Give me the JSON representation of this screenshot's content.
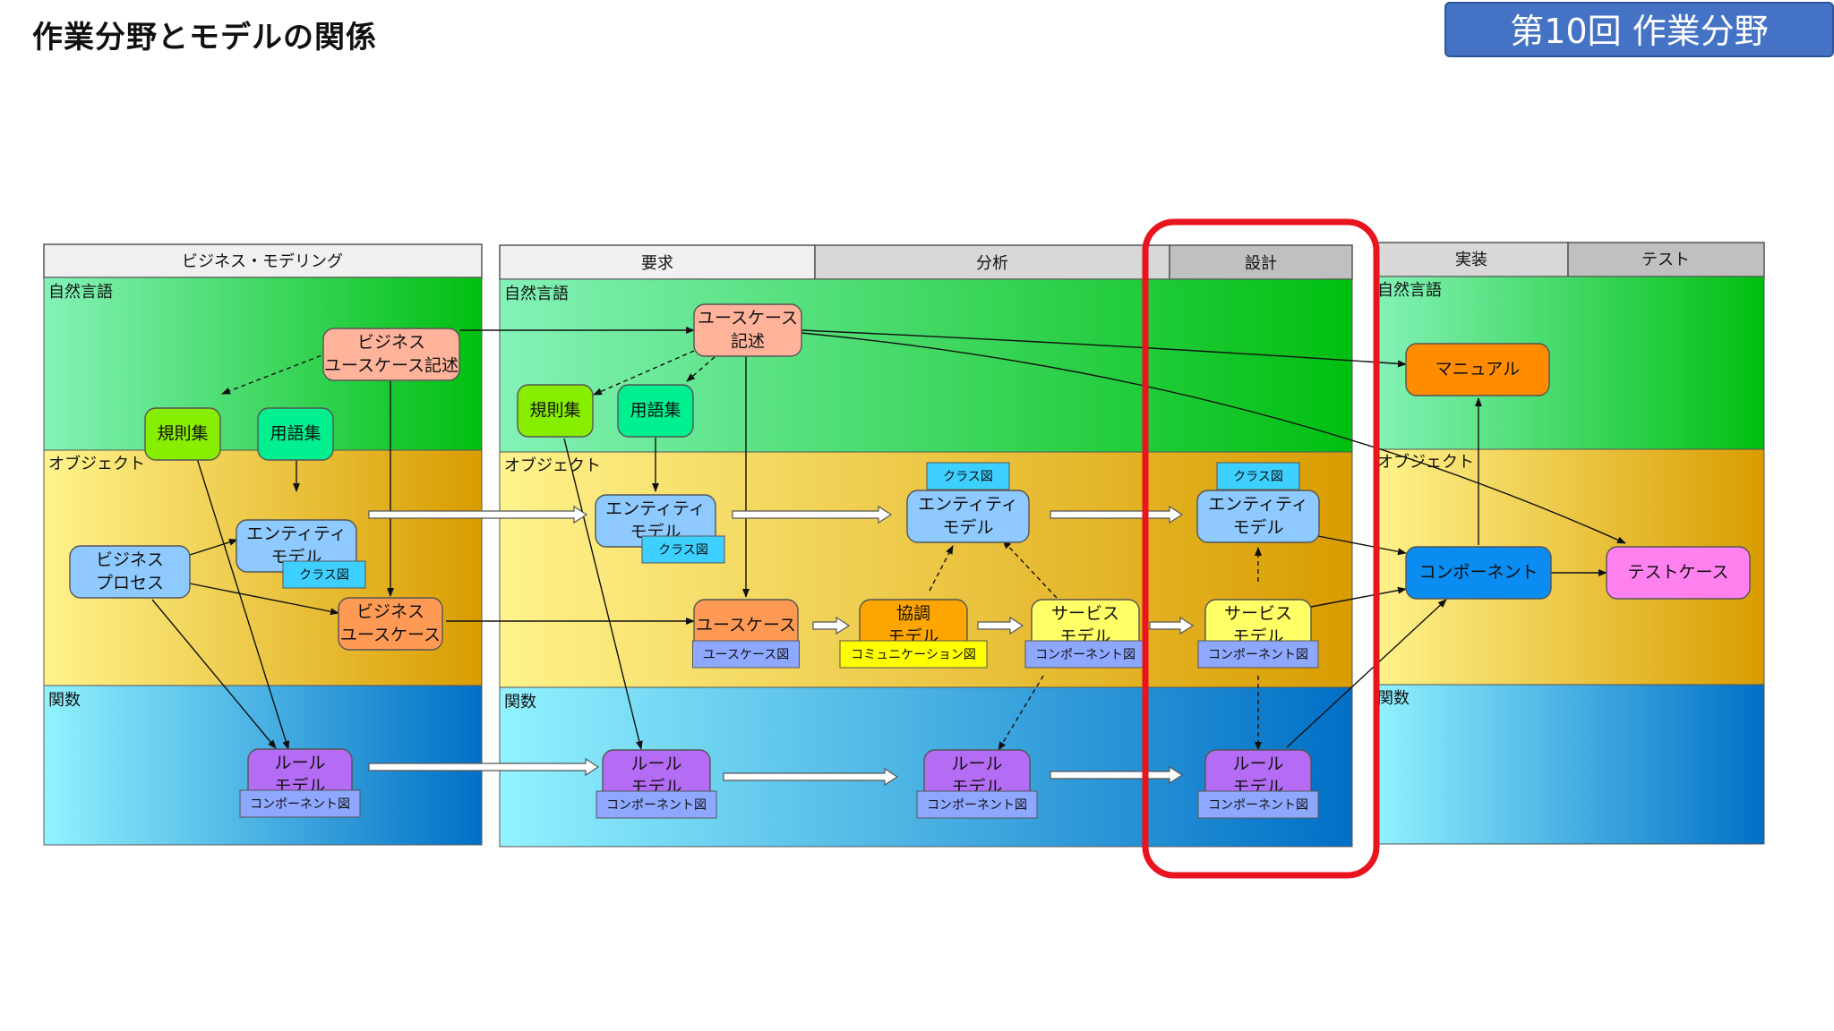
{
  "slide": {
    "title": "作業分野とモデルの関係",
    "badge": "第10回 作業分野"
  },
  "panels": [
    {
      "id": "business",
      "headers": [
        "ビジネス・モデリング"
      ],
      "lanes": [
        "自然言語",
        "オブジェクト",
        "関数"
      ]
    },
    {
      "id": "dev",
      "headers": [
        "要求",
        "分析",
        "設計"
      ],
      "lanes": [
        "自然言語",
        "オブジェクト",
        "関数"
      ]
    },
    {
      "id": "impl",
      "headers": [
        "実装",
        "テスト"
      ],
      "lanes": [
        "自然言語",
        "オブジェクト",
        "関数"
      ]
    }
  ],
  "nodes": {
    "biz_usecase_desc": [
      "ビジネス",
      "ユースケース記述"
    ],
    "biz_rules": [
      "規則集"
    ],
    "biz_glossary": [
      "用語集"
    ],
    "biz_entity": [
      "エンティティ",
      "モデル"
    ],
    "biz_process": [
      "ビジネス",
      "プロセス"
    ],
    "biz_usecase": [
      "ビジネス",
      "ユースケース"
    ],
    "biz_rule_model": [
      "ルール",
      "モデル"
    ],
    "req_usecase_desc": [
      "ユースケース",
      "記述"
    ],
    "req_rules": [
      "規則集"
    ],
    "req_glossary": [
      "用語集"
    ],
    "req_entity": [
      "エンティティ",
      "モデル"
    ],
    "req_usecase": [
      "ユースケース"
    ],
    "req_rule_model": [
      "ルール",
      "モデル"
    ],
    "ana_entity": [
      "エンティティ",
      "モデル"
    ],
    "ana_collab": [
      "協調",
      "モデル"
    ],
    "ana_service": [
      "サービス",
      "モデル"
    ],
    "ana_rule_model": [
      "ルール",
      "モデル"
    ],
    "des_entity": [
      "エンティティ",
      "モデル"
    ],
    "des_service": [
      "サービス",
      "モデル"
    ],
    "des_rule_model": [
      "ルール",
      "モデル"
    ],
    "manual": [
      "マニュアル"
    ],
    "component": [
      "コンポーネント"
    ],
    "testcase": [
      "テストケース"
    ]
  },
  "tags": {
    "class_diagram": "クラス図",
    "usecase_diagram": "ユースケース図",
    "communication_diagram": "コミュニケーション図",
    "component_diagram": "コンポーネント図"
  },
  "colors": {
    "highlight": "#e8141e",
    "badge": "#4472c4",
    "lane_natural": [
      "#7ef0b0",
      "#00c000"
    ],
    "lane_object": [
      "#fdf08a",
      "#d9a000"
    ],
    "lane_function": [
      "#8ff0ff",
      "#0070c8"
    ]
  }
}
